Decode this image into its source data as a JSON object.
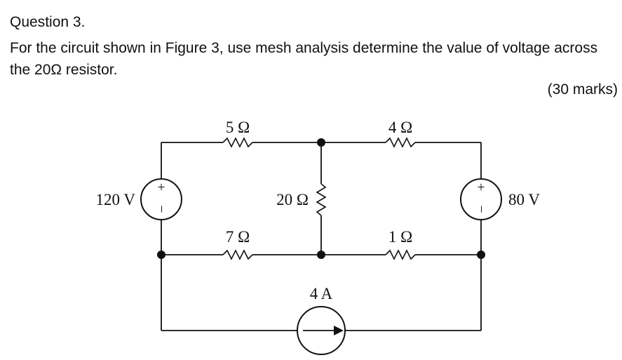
{
  "question": {
    "title": "Question 3.",
    "text": "For the circuit shown in Figure 3, use mesh analysis determine the value of voltage across the 20Ω resistor.",
    "marks": "(30 marks)"
  },
  "circuit": {
    "r_top_left": "5 Ω",
    "r_top_right": "4 Ω",
    "r_middle": "20 Ω",
    "r_mid_left": "7 Ω",
    "r_mid_right": "1 Ω",
    "v_left": "120 V",
    "v_right": "80 V",
    "i_source": "4 A",
    "plus": "+",
    "minus": "−"
  }
}
